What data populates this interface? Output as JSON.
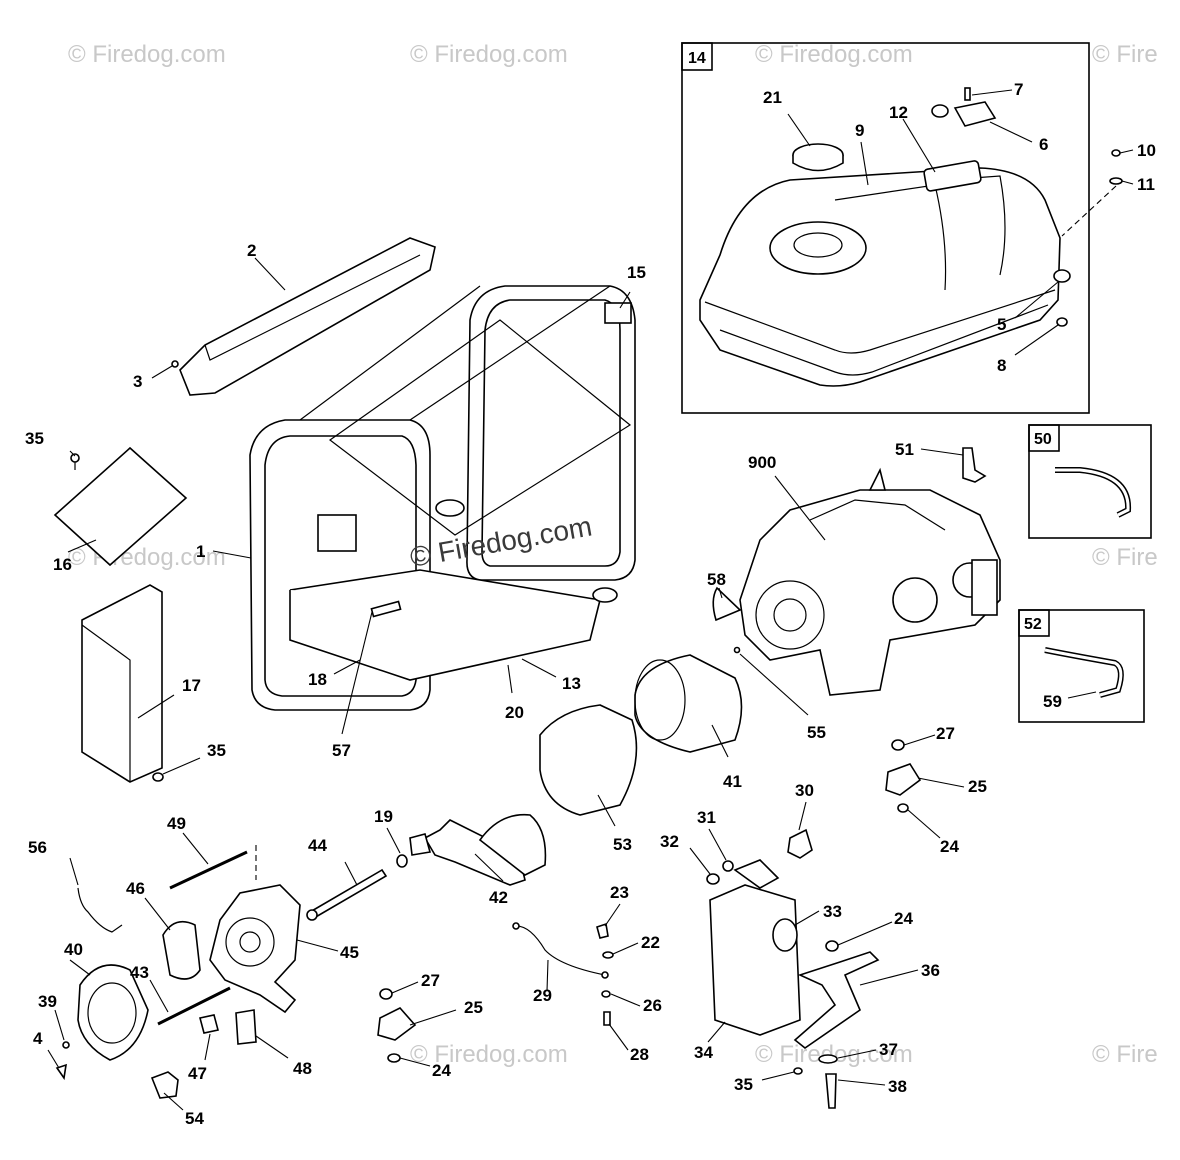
{
  "watermarks": {
    "main": "© Firedog.com",
    "tile": "© Firedog.com",
    "tile_short": "© Fire"
  },
  "box_labels": {
    "b14": "14",
    "b50": "50",
    "b52": "52"
  },
  "labels": {
    "p1": "1",
    "p2": "2",
    "p3": "3",
    "p4": "4",
    "p5": "5",
    "p6": "6",
    "p7": "7",
    "p8": "8",
    "p9": "9",
    "p10": "10",
    "p11": "11",
    "p12": "12",
    "p13": "13",
    "p15": "15",
    "p16": "16",
    "p17": "17",
    "p18": "18",
    "p19": "19",
    "p20": "20",
    "p21": "21",
    "p22": "22",
    "p23": "23",
    "p24a": "24",
    "p24b": "24",
    "p24c": "24",
    "p25a": "25",
    "p25b": "25",
    "p26": "26",
    "p27a": "27",
    "p27b": "27",
    "p28": "28",
    "p29": "29",
    "p30": "30",
    "p31": "31",
    "p32": "32",
    "p33": "33",
    "p34": "34",
    "p35a": "35",
    "p35b": "35",
    "p35c": "35",
    "p36": "36",
    "p37": "37",
    "p38": "38",
    "p39": "39",
    "p40": "40",
    "p41": "41",
    "p42": "42",
    "p43": "43",
    "p44": "44",
    "p45": "45",
    "p46": "46",
    "p47": "47",
    "p48": "48",
    "p49": "49",
    "p51": "51",
    "p53": "53",
    "p54": "54",
    "p55": "55",
    "p56": "56",
    "p57": "57",
    "p58": "58",
    "p59": "59",
    "p900": "900"
  }
}
